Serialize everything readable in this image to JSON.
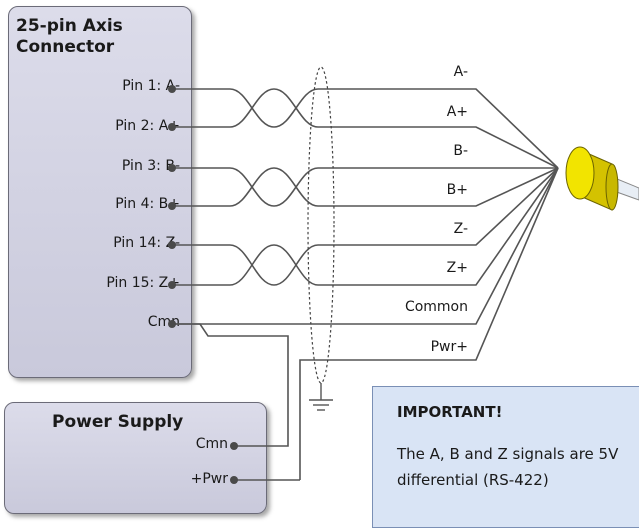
{
  "connector": {
    "title_line1": "25-pin Axis",
    "title_line2": "Connector",
    "pins": [
      "Pin 1: A-",
      "Pin 2: A+",
      "Pin 3: B-",
      "Pin 4: B+",
      "Pin 14: Z-",
      "Pin 15: Z+",
      "Cmn"
    ]
  },
  "power_supply": {
    "title": "Power Supply",
    "cmn_label": "Cmn",
    "pwr_label": "+Pwr"
  },
  "wires": [
    "A-",
    "A+",
    "B-",
    "B+",
    "Z-",
    "Z+",
    "Common",
    "Pwr+"
  ],
  "note": {
    "title": "IMPORTANT!",
    "text": "The A, B and Z signals are 5V differential (RS-422)"
  },
  "colors": {
    "box_fill": "#d3d3e3",
    "encoder_body": "#f0e000",
    "note_fill": "#d9e4f5",
    "wire": "#555555"
  }
}
